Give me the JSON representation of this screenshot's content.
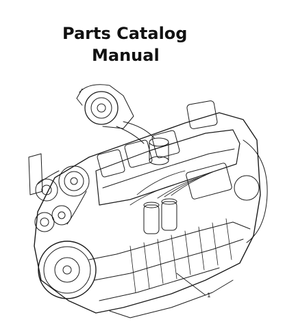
{
  "document": {
    "title_line_1": "Parts Catalog",
    "title_line_2": "Manual",
    "callout_number": "1"
  },
  "illustration": {
    "subject": "engine-line-drawing-icon",
    "stroke_color": "#1a1a1a",
    "fill_color": "#ffffff"
  }
}
